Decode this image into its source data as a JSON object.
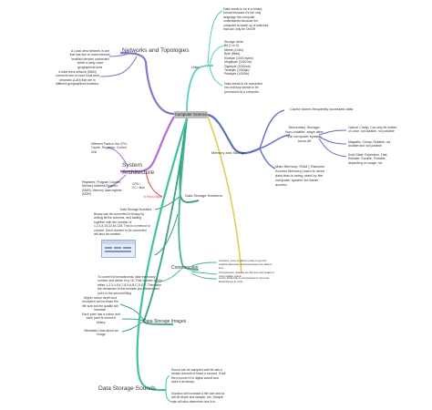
{
  "root": "Computer Science",
  "branches": {
    "networks": {
      "title": "Networks and Topologies",
      "lan": "A Local area Network is one that has two or more network-enabled devices connected within a fairly close geographical area.",
      "wan": "A wide area network (WAN) connects two or more local area networks (LAN) that are in different geographical locations."
    },
    "units": {
      "label": "Units",
      "data_bits": "Data needs to be in a binary format because it's the only language the computer understands because the computer is made up of switches that can only be On/Off.",
      "storage_units": [
        "Storage Units:",
        "Bit (1 or 0)",
        "Nibble (4 bits)",
        "Byte (8bits)",
        "Kilobyte (1000 bytes)",
        "Megabyte (1000 kb)",
        "Gigabyte (1000mb)",
        "Terabyte (1000gb)",
        "Petabyte (1000tb)"
      ],
      "binary_note": "Data needs to be converted into ordinary format to be processed by a computer."
    },
    "system": {
      "title": "System Architecture",
      "parts": "Different Parts in the CPU: Cache, Registers, Control Unit",
      "registers": "Registers: Program Counter, Memory Address Register (MAR), Memory data register (MDR)",
      "spec": "CPU / CC / Bus",
      "extra": "in Extra (digit)"
    },
    "memory": {
      "title": "Memory and Storage",
      "cache": "Cache stores frequently accessed data",
      "secondary": "Secondary Storage: Non-volatile, stays after the computer system turns off",
      "optical": "Optical: Cheap, Can only be written on once, not durable, not portable",
      "magnetic": "Magnetic: Cheap, Reliable, not durable and not portable",
      "solid": "Solid State: Expensive, Fast, Reliable, Durable, Portable depending on usage, not",
      "main": "Main Memory: RAM ( Random Access Memory) used to store data that is being used by the computer system for faster access."
    },
    "numbers": {
      "title": "Data Storage Numbers",
      "heading": "Data Storage Numbers",
      "text": "Binary can be converted to binary by writing all the columns, and adding together with the number of 1,2,4,8,16,32,64,128. This is a method to convert. Each number to be converted will also be created.",
      "hex": "To convert to hexadecimal, take the binary number and divide it by 16. That number will be either 1,2,3,4,5,6,7,8,9,A,B,C,D,E,F. Then take the remainder of the number you divided and put it in the second filling."
    },
    "compression": {
      "title": "Compression",
      "lossless": "Lossless: Loss of data is pretty to get the original data back, Decompressed. No data is lost.",
      "lossy": "Compression reduces the file size and makes it more usable online.",
      "note": "Lossy: Data that is compressed is removed, Redundancy in a file."
    },
    "images": {
      "title": "Data Storage Images",
      "resolution": "Higher colour depth and resolution will increase the file size but the quality will increase.",
      "pixel": "Each pixel has a colour and each pixel is stored in binary.",
      "metadata": "Metadata: Data about an image"
    },
    "sounds": {
      "title": "Data Storage Sounds",
      "sampling": "Sound can be sampled with bit rate a certain amount of times a second, It will then convert it to digital sound and store it as binary.",
      "duration": "Duration will increase a file size and so will bit depth and sample. set. Sample rate will also determine how it is."
    }
  },
  "colors": {
    "networks": "#8f76c7",
    "units": "#57cfc0",
    "system": "#b06ad6",
    "memory": "#5a6fc0",
    "storage": "#e3cd4c",
    "numbers": "#3c9a6e",
    "compression": "#41b88e",
    "images": "#3aa38a",
    "sounds": "#42c2a4",
    "system_red": "#e24848"
  }
}
